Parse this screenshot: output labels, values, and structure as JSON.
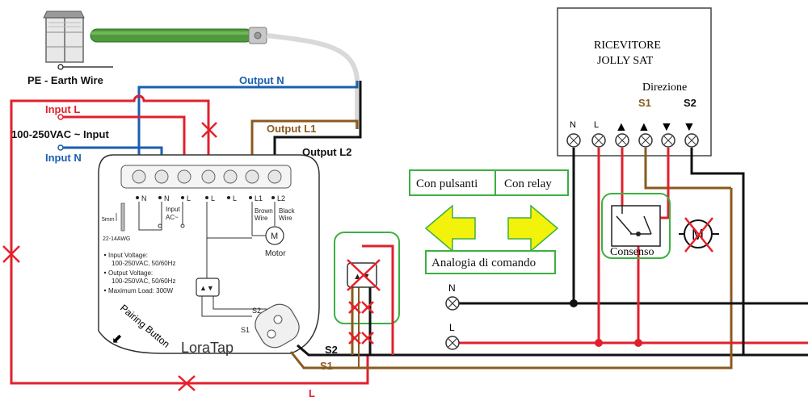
{
  "labels": {
    "pe_earth": "PE - Earth Wire",
    "output_n": "Output N",
    "input_l": "Input L",
    "input_voltage": "100-250VAC ~ Input",
    "input_n": "Input N",
    "output_l1": "Output L1",
    "output_l2": "Output L2",
    "s2_bottom": "S2",
    "s1_bottom": "S1",
    "l_bottom": "L"
  },
  "device": {
    "name": "LoraTap",
    "pairing": "Pairing Button",
    "motor": "Motor",
    "motor_symbol": "M",
    "terminals": [
      "N",
      "N",
      "L",
      "L",
      "L",
      "L1",
      "L2"
    ],
    "input_ac": "Input\nAC~",
    "brown_wire": "Brown\nWire",
    "black_wire": "Black\nWire",
    "wire_gauge": "22-14AWG",
    "strip_len": "5mm",
    "specs": [
      "Input Voltage:",
      "100-250VAC, 50/60Hz",
      "Output Voltage:",
      "100-250VAC, 50/60Hz",
      "Maximum Load: 300W"
    ],
    "s2": "S2",
    "s1": "S1"
  },
  "receiver": {
    "title_line1": "RICEVITORE",
    "title_line2": "JOLLY SAT",
    "direction": "Direzione",
    "s1": "S1",
    "s2": "S2",
    "terminals": [
      "N",
      "L",
      "▲",
      "▲",
      "▼",
      "▼"
    ]
  },
  "center": {
    "con_pulsanti": "Con pulsanti",
    "con_relay": "Con relay",
    "analogia": "Analogia di comando",
    "consenso": "Consenso",
    "motor_symbol": "M"
  },
  "supply": {
    "n": "N",
    "l": "L"
  },
  "colors": {
    "live": "#e0202e",
    "neutral": "#1a5fb0",
    "brown": "#8a5a1e",
    "black": "#111111",
    "green_box": "#3cb043",
    "arrow_fill": "#f2f20a",
    "arrow_stroke": "#3cb043",
    "motor_tube": "#4f9a3c",
    "cross": "#e8202a"
  }
}
